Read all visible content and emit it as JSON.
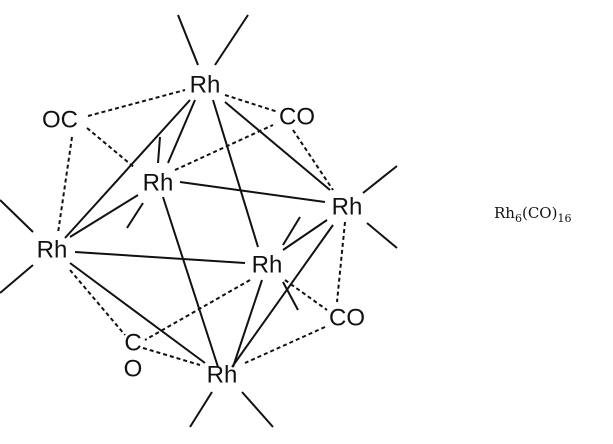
{
  "diagram": {
    "type": "molecular-structure",
    "atoms": {
      "rh_top": "Rh",
      "rh_upper": "Rh",
      "rh_right": "Rh",
      "rh_left": "Rh",
      "rh_mid": "Rh",
      "rh_bottom": "Rh",
      "co_left": "OC",
      "co_top_right": "CO",
      "co_bottom_right": "CO",
      "co_bottom_c": "C",
      "co_bottom_o": "O"
    },
    "formula": {
      "base": "Rh",
      "n1": "6",
      "mid": "(CO)",
      "n2": "16"
    }
  }
}
